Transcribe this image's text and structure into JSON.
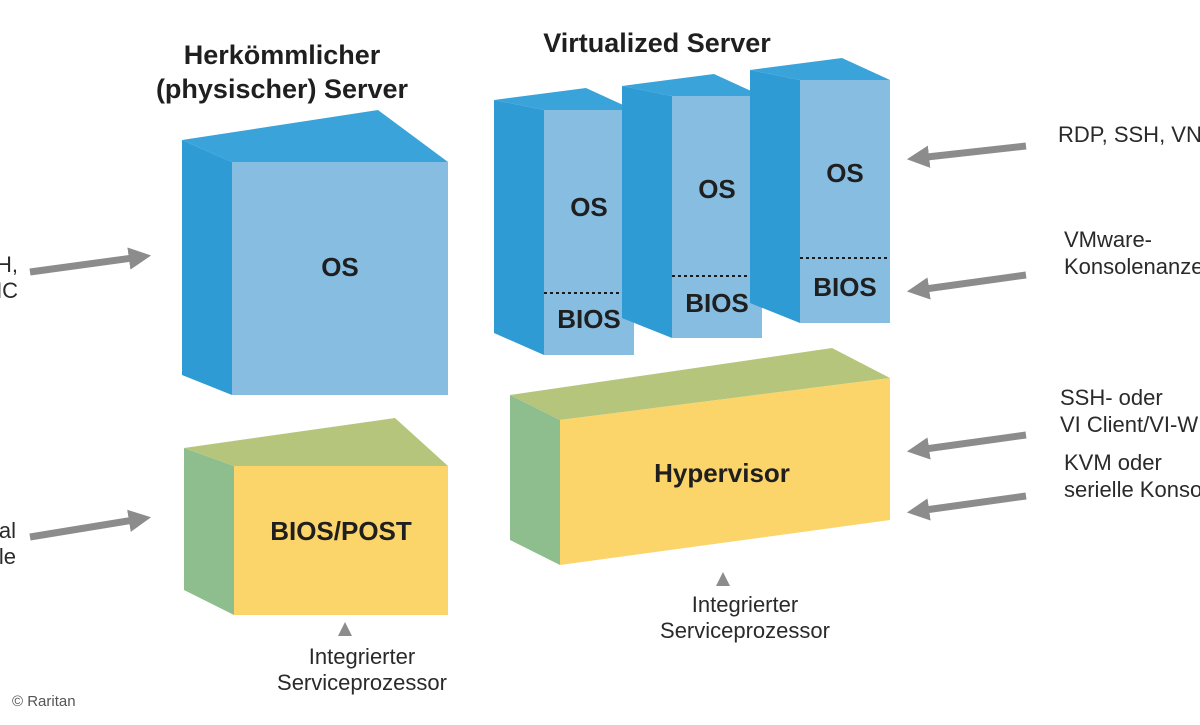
{
  "colors": {
    "os_front": "#86BDE0",
    "os_side": "#2E9BD4",
    "os_top": "#3AA3D9",
    "fw_front": "#FBD46A",
    "fw_side": "#8FBE8E",
    "fw_top": "#B5C67C",
    "arrow": "#8C8C8C",
    "text": "#1F1F1F"
  },
  "titles": {
    "physical_line1": "Herkömmlicher",
    "physical_line2": "(physischer) Server",
    "virtual": "Virtualized Server"
  },
  "physical": {
    "os": "OS",
    "firmware": "BIOS/POST",
    "service_processor_line1": "Integrierter",
    "service_processor_line2": "Serviceprozessor"
  },
  "virtual": {
    "vms": [
      {
        "os": "OS",
        "bios": "BIOS"
      },
      {
        "os": "OS",
        "bios": "BIOS"
      },
      {
        "os": "OS",
        "bios": "BIOS"
      }
    ],
    "hypervisor": "Hypervisor",
    "service_processor_line1": "Integrierter",
    "service_processor_line2": "Serviceprozessor"
  },
  "left_labels": {
    "top_line1": "H,",
    "top_line2": "NC",
    "bottom_line1": "al",
    "bottom_line2": "le"
  },
  "right_labels": {
    "remote": "RDP, SSH, VNC",
    "console_line1": "VMware-",
    "console_line2": "Konsolenanze",
    "ssh_line1": "SSH- oder",
    "ssh_line2": "VI Client/VI-W",
    "kvm_line1": "KVM oder",
    "kvm_line2": "serielle Konso"
  },
  "credit": "© Raritan"
}
